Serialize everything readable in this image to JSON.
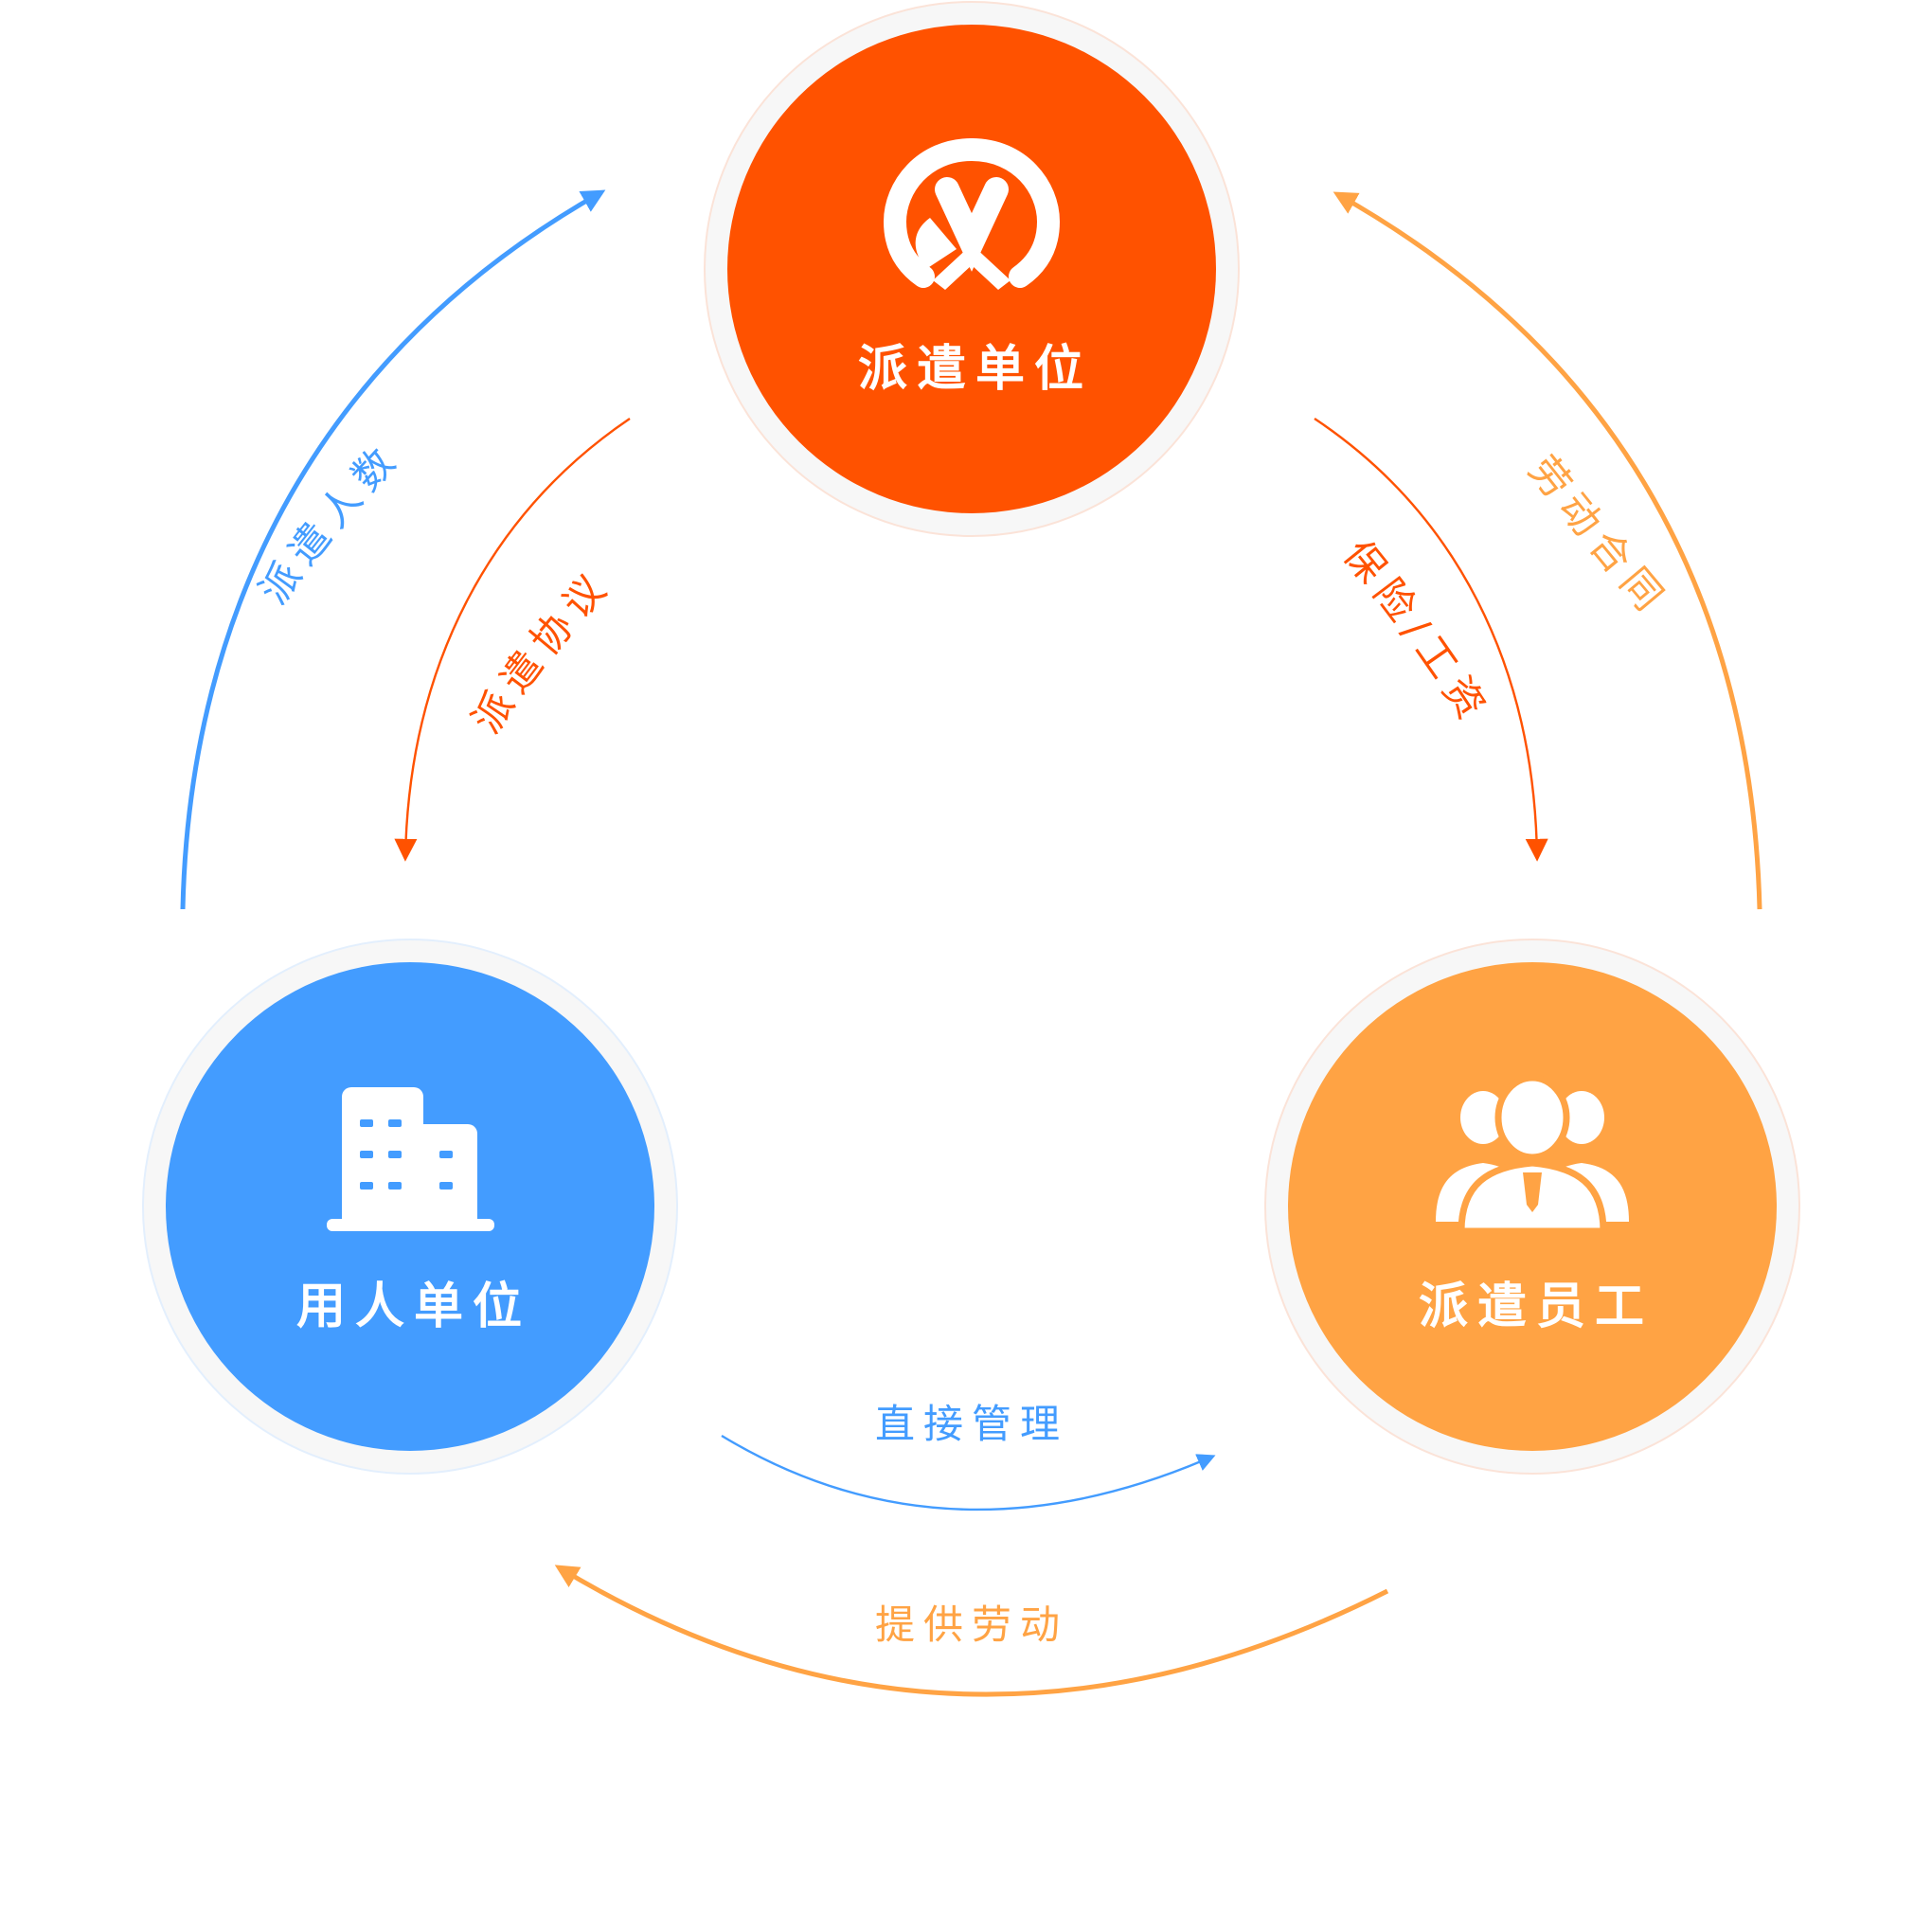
{
  "colors": {
    "dispatch_red": "#FF5200",
    "employer_blue": "#439CFF",
    "employee_orange": "#FFA344",
    "ring": "#F7F7F7"
  },
  "nodes": {
    "dispatch_unit": {
      "label": "派遣单位",
      "icon": "dispatch-logo-icon"
    },
    "employer_unit": {
      "label": "用人单位",
      "icon": "building-icon"
    },
    "dispatched_employees": {
      "label": "派遣员工",
      "icon": "people-icon"
    }
  },
  "edges": {
    "headcount": {
      "label": "派遣人数"
    },
    "dispatch_agreement": {
      "label": "派遣协议"
    },
    "insurance_wages": {
      "label": "保险/工资"
    },
    "labor_contract": {
      "label": "劳动合同"
    },
    "direct_management": {
      "label": "直接管理"
    },
    "provide_labor": {
      "label": "提供劳动"
    }
  }
}
